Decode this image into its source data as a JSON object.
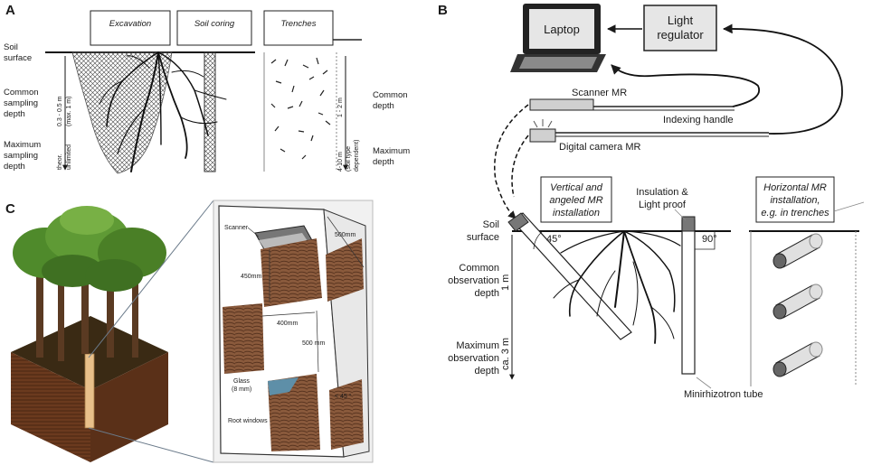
{
  "panel_a": {
    "letter": "A",
    "box_excavation": "Excavation",
    "box_soil_coring": "Soil coring",
    "box_trenches": "Trenches",
    "soil_surface": [
      "Soil",
      "surface"
    ],
    "common_sampling_depth": [
      "Common",
      "sampling",
      "depth"
    ],
    "maximum_sampling_depth": [
      "Maximum",
      "sampling",
      "depth"
    ],
    "depth_range": "0.3 - 0.5 m",
    "depth_range_max": "(max. 1 m)",
    "theor": "theor.",
    "unlimited": "unlimited",
    "trench_range": "1 - 2 m",
    "trench_max": "4-10 m",
    "trench_soil": "(soil type",
    "trench_dependent": "dependent)",
    "common_depth": [
      "Common",
      "depth"
    ],
    "maximum_depth": [
      "Maximum",
      "depth"
    ]
  },
  "panel_b": {
    "letter": "B",
    "laptop": "Laptop",
    "light_regulator": [
      "Light",
      "regulator"
    ],
    "scanner_mr": "Scanner MR",
    "indexing_handle": "Indexing handle",
    "digital_camera_mr": "Digital camera MR",
    "vertical_box": [
      "Vertical and",
      "angeled MR",
      "installation"
    ],
    "insulation": [
      "Insulation &",
      "Light proof"
    ],
    "horizontal_box": [
      "Horizontal MR",
      "installation,",
      "e.g. in trenches"
    ],
    "soil_surface": [
      "Soil",
      "surface"
    ],
    "angle_45": "45°",
    "angle_90": "90°",
    "common_observation_depth": [
      "Common",
      "observation",
      "depth"
    ],
    "maximum_observation_depth": [
      "Maximum",
      "observation",
      "depth"
    ],
    "one_m": "1 m",
    "ca_3m": "ca. 3 m",
    "minirhizotron_tube": "Minirhizotron tube"
  },
  "panel_c": {
    "letter": "C",
    "scanner": "Scanner",
    "glass": [
      "Glass",
      "(8 mm)"
    ],
    "root_windows": "Root windows",
    "dim_450": "450mm",
    "dim_400": "400mm",
    "dim_500": "500 mm",
    "dim_500b": "500mm",
    "angle_45": "< 45 °"
  },
  "colors": {
    "ink": "#1a1a1a",
    "box_fill": "#e6e6e6",
    "soil_brown": "#6b3a1e",
    "tree_green": "#4f8a2b",
    "glass_blue": "#5e8fa8",
    "wood": "#8a5a3c"
  }
}
